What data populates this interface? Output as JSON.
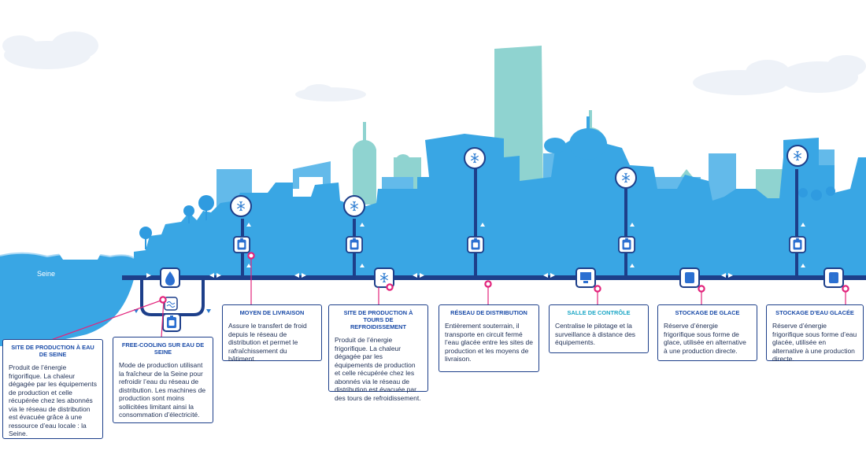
{
  "map_label": "Seine",
  "colors": {
    "sky_light": "#eef2f8",
    "skyline_blue": "#39a6e4",
    "skyline_mid": "#5ab7e8",
    "skyline_teal": "#8fd3d0",
    "pipe": "#1d3f8a",
    "marker": "#e2247c",
    "title_blue": "#1a4ba8",
    "title_teal": "#1aa6c5"
  },
  "cards": [
    {
      "key": "seine",
      "title": "SITE DE PRODUCTION À EAU DE SEINE",
      "body": "Produit de l’énergie frigorifique. La chaleur dégagée par les équipements de production et celle récupérée chez les abonnés via le réseau de distribution est évacuée grâce à une ressource d’eau locale : la Seine."
    },
    {
      "key": "freecooling",
      "title": "FREE-COOLING SUR EAU DE SEINE",
      "body": "Mode de production utilisant la fraîcheur de la Seine pour refroidir l’eau du réseau de distribution. Les machines de production sont moins sollicitées limitant ainsi la consommation d’électricité."
    },
    {
      "key": "livraison",
      "title": "MOYEN DE LIVRAISON",
      "body": "Assure le transfert de froid depuis le réseau de distribution et permet le rafraîchissement du bâtiment."
    },
    {
      "key": "tours",
      "title": "SITE DE PRODUCTION À TOURS DE REFROIDISSEMENT",
      "body": "Produit de l’énergie frigorifique. La chaleur dégagée par les équipements de production et celle récupérée chez les abonnés via le réseau de distribution est évacuée par des tours de refroidissement."
    },
    {
      "key": "reseau",
      "title": "RÉSEAU DE DISTRIBUTION",
      "body": "Entièrement souterrain, il transporte en circuit fermé l’eau glacée entre les sites de production et les moyens de livraison."
    },
    {
      "key": "controle",
      "title": "SALLE DE CONTRÔLE",
      "body": "Centralise le pilotage et la surveillance à distance des équipements."
    },
    {
      "key": "glace",
      "title": "STOCKAGE DE GLACE",
      "body": "Réserve d’énergie frigorifique sous forme de glace, utilisée en alternative à une production directe."
    },
    {
      "key": "eauglacee",
      "title": "STOCKAGE D’EAU GLACÉE",
      "body": "Réserve d’énergie frigorifique sous forme d’eau glacée, utilisée en alternative à une production directe."
    }
  ]
}
